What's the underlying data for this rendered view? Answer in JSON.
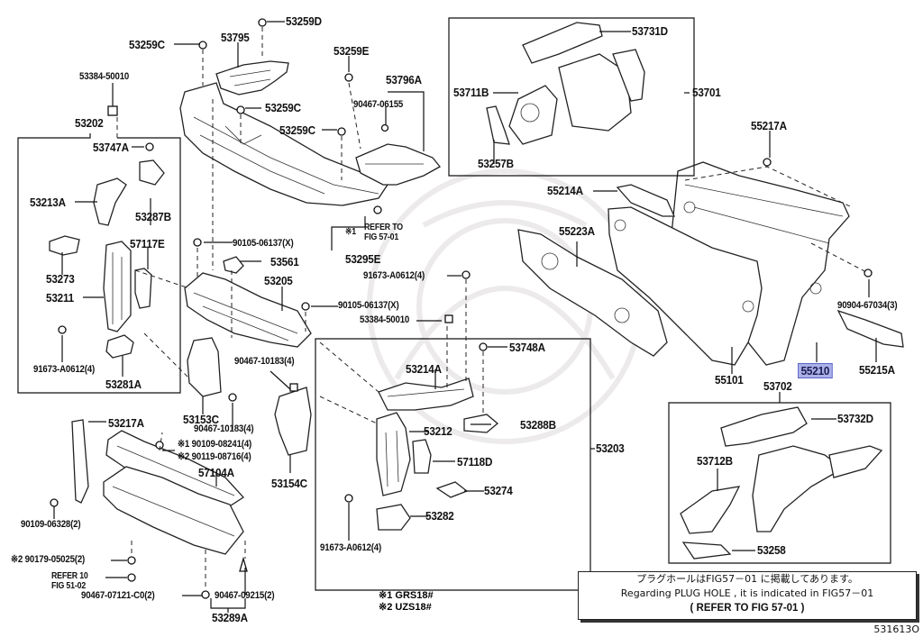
{
  "diagram": {
    "figure_number": "531613O",
    "highlight_color": "#aab0e8",
    "labels": {
      "p53259D": "53259D",
      "p53259C_a": "53259C",
      "p53795": "53795",
      "p53259E": "53259E",
      "p53384_top": "53384-50010",
      "p53796A": "53796A",
      "p90467_06155": "90467-06155",
      "p53259C_b": "53259C",
      "p53259C_c": "53259C",
      "p53202": "53202",
      "p53747A": "53747A",
      "p53213A": "53213A",
      "p53287B": "53287B",
      "p57117E": "57117E",
      "p53273": "53273",
      "p53211": "53211",
      "p91673_left": "91673-A0612(4)",
      "p53281A": "53281A",
      "p90105_a": "90105-06137(X)",
      "p53561": "53561",
      "p53205": "53205",
      "p53295E": "53295E",
      "p91673_mid": "91673-A0612(4)",
      "p90105_b": "90105-06137(X)",
      "p53384_mid": "53384-50010",
      "p90467_10183_a": "90467-10183(4)",
      "p53153C": "53153C",
      "p90467_10183_b": "90467-10183(4)",
      "p90109_08241": "※1 90109-08241(4)",
      "p90119_08716": "※2 90119-08716(4)",
      "p53154C": "53154C",
      "p53217A": "53217A",
      "p57104A": "57104A",
      "p90109_06328": "90109-06328(2)",
      "p90179_05025": "※2 90179-05025(2)",
      "p90467_07121": "90467-07121-C0(2)",
      "p90467_09215": "90467-09215(2)",
      "p53289A": "53289A",
      "p53214A": "53214A",
      "p53748A": "53748A",
      "p53212": "53212",
      "p53288B": "53288B",
      "p57118D": "57118D",
      "p53274": "53274",
      "p53282": "53282",
      "p53203": "53203",
      "p91673_bot": "91673-A0612(4)",
      "p53731D": "53731D",
      "p53711B": "53711B",
      "p53701": "53701",
      "p53257B": "53257B",
      "p55217A": "55217A",
      "p55214A": "55214A",
      "p55223A": "55223A",
      "p90904_67034": "90904-67034(3)",
      "p55101": "55101",
      "p55210": "55210",
      "p55215A": "55215A",
      "p53702": "53702",
      "p53732D": "53732D",
      "p53712B": "53712B",
      "p53258": "53258"
    },
    "refer_notes": {
      "top_mark": "※1",
      "top_line1": "REFER TO",
      "top_line2": "FIG 57-01",
      "bottom_line1": "REFER 10",
      "bottom_line2": "FIG 51-02"
    },
    "legend": {
      "line1": "※1 GRS18#",
      "line2": "※2 UZS18#"
    },
    "note": {
      "japanese": "プラグホールはFIG57－01 に掲載してあります。",
      "english": "Regarding PLUG HOLE , it is indicated in FIG57－01",
      "refer": "(     REFER TO FIG 57-01     )"
    }
  }
}
